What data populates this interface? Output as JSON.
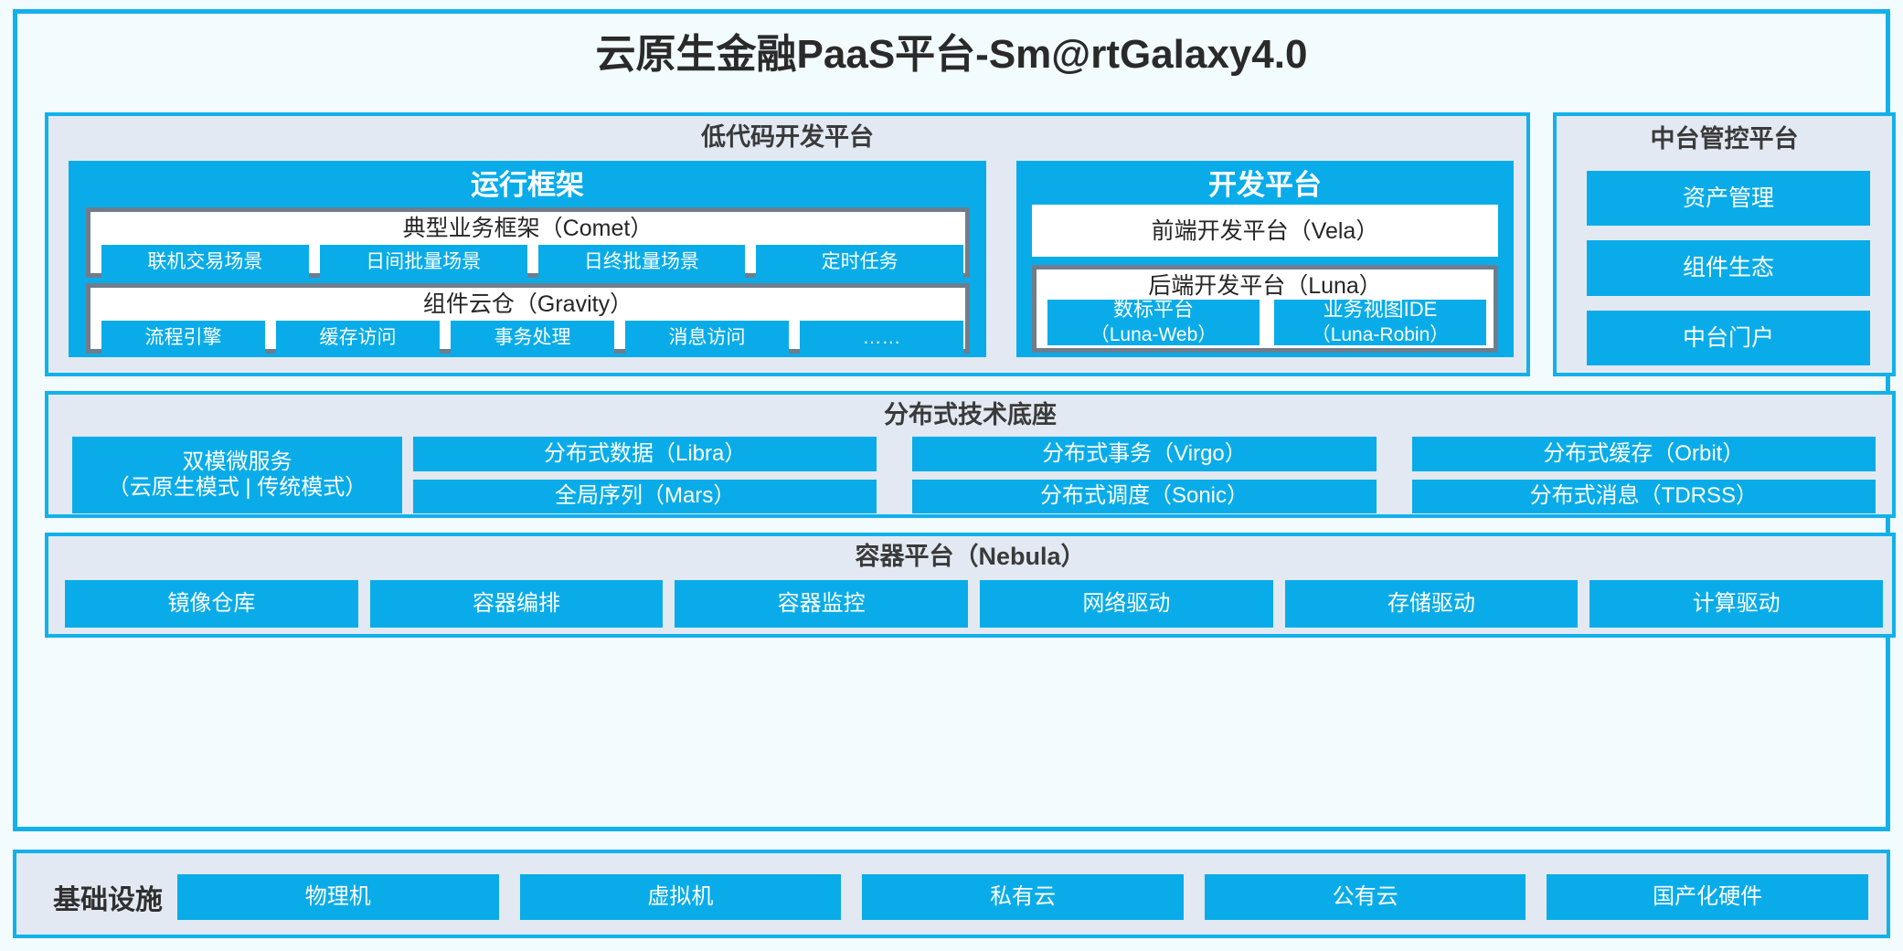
{
  "title": "云原生金融PaaS平台-Sm@rtGalaxy4.0",
  "colors": {
    "accent_blue": "#09ace9",
    "border_cyan": "#12b1ea",
    "panel_fill": "#e2e9f2",
    "page_bg": "#f2fbfd",
    "box_border_grey": "#6f7d8c",
    "chip_text": "#ffffff"
  },
  "lowcode": {
    "title": "低代码开发平台",
    "runtime": {
      "title": "运行框架",
      "comet": {
        "title": "典型业务框架（Comet）",
        "chips": [
          "联机交易场景",
          "日间批量场景",
          "日终批量场景",
          "定时任务"
        ]
      },
      "gravity": {
        "title": "组件云仓（Gravity）",
        "chips": [
          "流程引擎",
          "缓存访问",
          "事务处理",
          "消息访问",
          "……"
        ]
      }
    },
    "devplatform": {
      "title": "开发平台",
      "vela": "前端开发平台（Vela）",
      "luna": {
        "title": "后端开发平台（Luna）",
        "chips": [
          {
            "name": "数标平台",
            "sub": "（Luna-Web）"
          },
          {
            "name": "业务视图IDE",
            "sub": "（Luna-Robin）"
          }
        ]
      }
    }
  },
  "midplatform": {
    "title": "中台管控平台",
    "chips": [
      "资产管理",
      "组件生态",
      "中台门户"
    ]
  },
  "distributed": {
    "title": "分布式技术底座",
    "dual_mode": {
      "name": "双模微服务",
      "sub": "（云原生模式 | 传统模式）"
    },
    "chips": [
      "分布式数据（Libra）",
      "分布式事务（Virgo）",
      "分布式缓存（Orbit）",
      "全局序列（Mars）",
      "分布式调度（Sonic）",
      "分布式消息（TDRSS）"
    ]
  },
  "container": {
    "title": "容器平台（Nebula）",
    "chips": [
      "镜像仓库",
      "容器编排",
      "容器监控",
      "网络驱动",
      "存储驱动",
      "计算驱动"
    ]
  },
  "infrastructure": {
    "label": "基础设施",
    "chips": [
      "物理机",
      "虚拟机",
      "私有云",
      "公有云",
      "国产化硬件"
    ]
  }
}
